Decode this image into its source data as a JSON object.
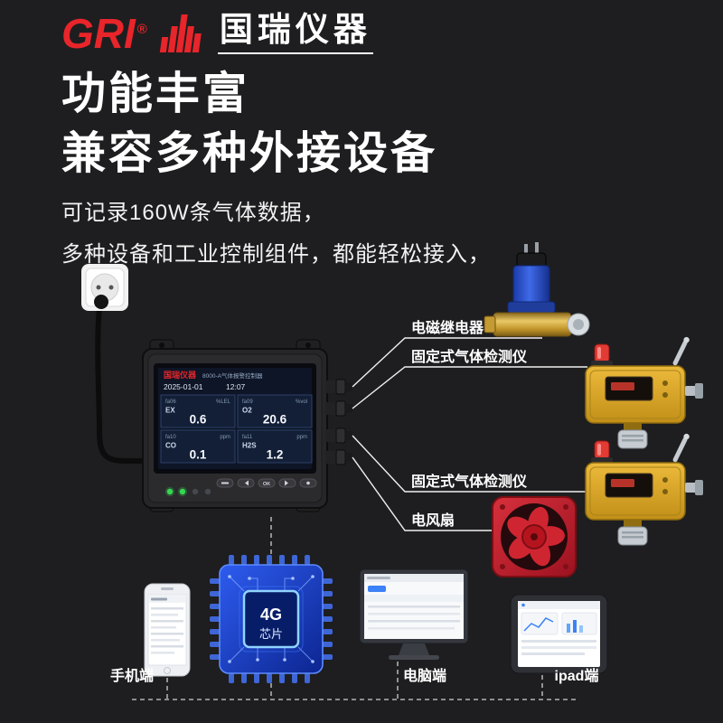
{
  "header": {
    "brand_en": "GRI",
    "brand_reg": "®",
    "brand_cn": "国瑞仪器",
    "headline_1": "功能丰富",
    "headline_2": "兼容多种外接设备",
    "sub_1": "可记录160W条气体数据，",
    "sub_2": "多种设备和工业控制组件，都能轻松接入，"
  },
  "controller": {
    "screen_brand": "国瑞仪器",
    "screen_model": "8000-A气体报警控制器",
    "date": "2025-01-01",
    "time": "12:07",
    "ok_button": "OK",
    "channels": [
      {
        "id": "fa06",
        "gas": "EX",
        "value": "0.6",
        "unit": "%LEL"
      },
      {
        "id": "fa09",
        "gas": "O2",
        "value": "20.6",
        "unit": "%vol"
      },
      {
        "id": "fa10",
        "gas": "CO",
        "value": "0.1",
        "unit": "ppm"
      },
      {
        "id": "fa11",
        "gas": "H2S",
        "value": "1.2",
        "unit": "ppm"
      }
    ]
  },
  "peripheral_labels": {
    "relay": "电磁继电器",
    "detector_top": "固定式气体检测仪",
    "detector_bottom": "固定式气体检测仪",
    "fan": "电风扇"
  },
  "client_labels": {
    "phone": "手机端",
    "pc": "电脑端",
    "ipad": "ipad端"
  },
  "chip": {
    "line1": "4G",
    "line2": "芯片"
  },
  "colors": {
    "background": "#1e1e20",
    "accent_red": "#e8252a",
    "chip_blue": "#1d4fe0",
    "detector_yellow": "#dcab2e",
    "fan_red": "#c2202c",
    "valve_blue": "#2c50cf",
    "led_green": "#35d94f"
  }
}
